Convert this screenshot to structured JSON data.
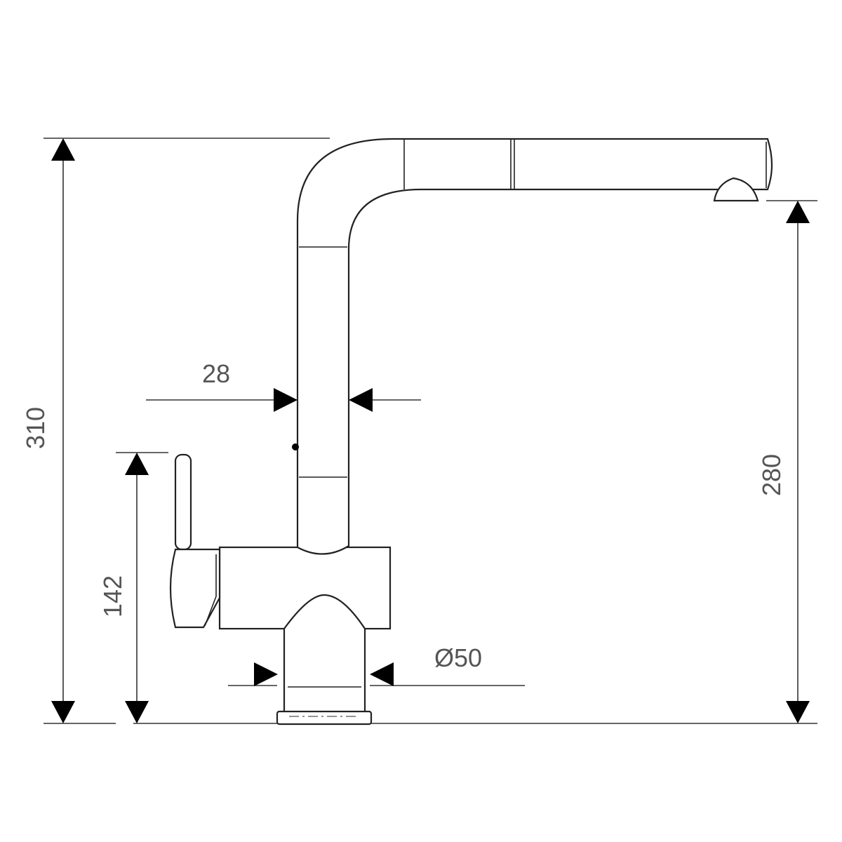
{
  "dimensions": {
    "total_height": "310",
    "spout_height": "280",
    "lever_height": "142",
    "tube_diameter": "28",
    "base_diameter": "Ø50"
  },
  "colors": {
    "line": "#222222",
    "text": "#555555",
    "arrow": "#000000"
  }
}
